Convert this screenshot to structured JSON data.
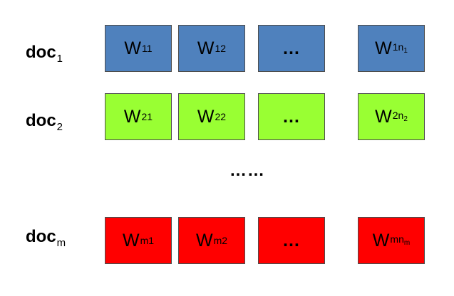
{
  "colors": {
    "row1": "#4f81bd",
    "row2": "#99ff33",
    "row3": "#ff0000",
    "border": "#4d4d4d"
  },
  "rows": [
    {
      "label": "doc",
      "label_sub": "1",
      "cells": [
        {
          "main": "W",
          "sub": "11",
          "subsub": ""
        },
        {
          "main": "W",
          "sub": "12",
          "subsub": ""
        },
        {
          "ellipsis": "…"
        },
        {
          "main": "W",
          "sub": "1n",
          "subsub": "1"
        }
      ]
    },
    {
      "label": "doc",
      "label_sub": "2",
      "cells": [
        {
          "main": "W",
          "sub": "21",
          "subsub": ""
        },
        {
          "main": "W",
          "sub": "22",
          "subsub": ""
        },
        {
          "ellipsis": "…"
        },
        {
          "main": "W",
          "sub": "2n",
          "subsub": "2"
        }
      ]
    },
    {
      "label": "doc",
      "label_sub": "m",
      "cells": [
        {
          "main": "W",
          "sub": "m1",
          "subsub": ""
        },
        {
          "main": "W",
          "sub": "m2",
          "subsub": ""
        },
        {
          "ellipsis": "…"
        },
        {
          "main": "W",
          "sub": "mn",
          "subsub": "m"
        }
      ]
    }
  ],
  "middle_ellipsis": "……"
}
